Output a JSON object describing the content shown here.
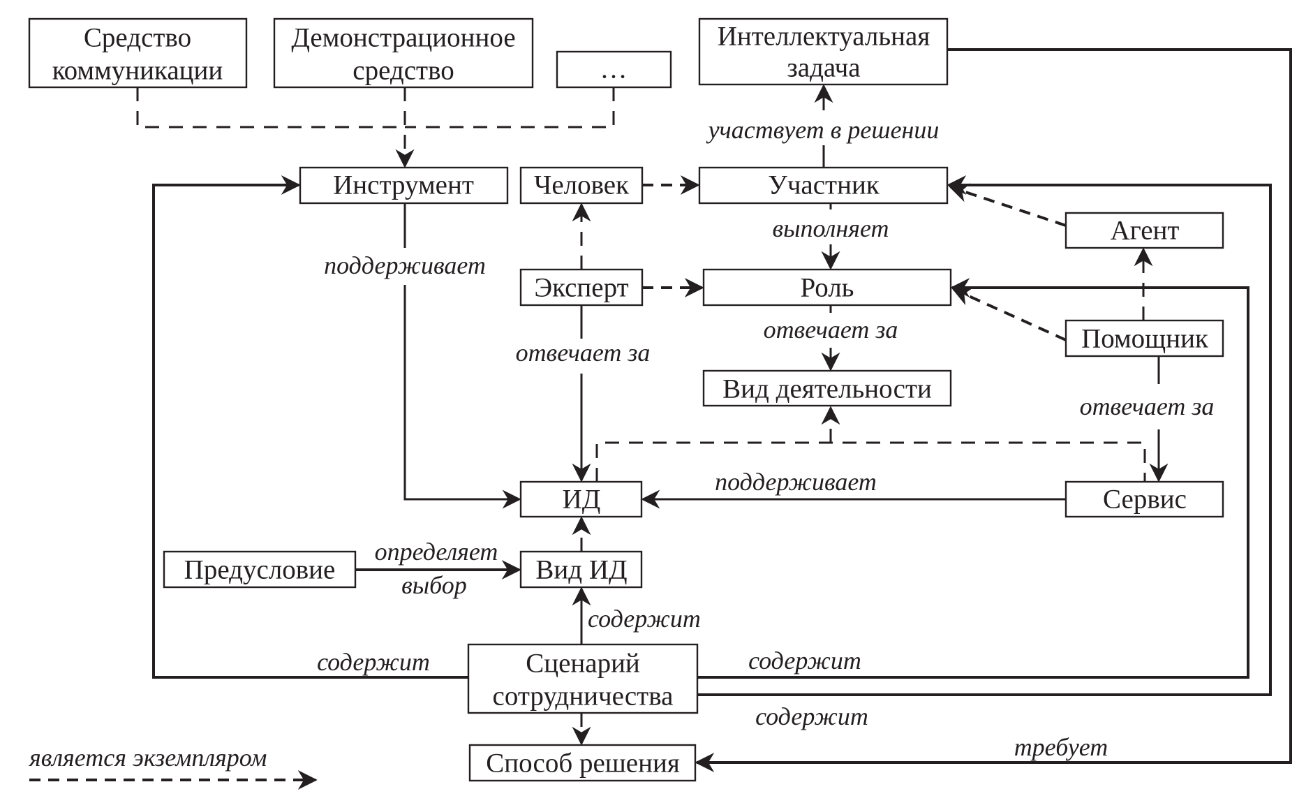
{
  "nodes": {
    "communication_means": [
      "Средство",
      "коммуникации"
    ],
    "demo_means": [
      "Демонстрационное",
      "средство"
    ],
    "ellipsis": "…",
    "intellectual_task": [
      "Интеллектуальная",
      "задача"
    ],
    "instrument": "Инструмент",
    "human": "Человек",
    "participant": "Участник",
    "agent": "Агент",
    "expert": "Эксперт",
    "role": "Роль",
    "assistant": "Помощник",
    "activity_type": "Вид деятельности",
    "id": "ИД",
    "service": "Сервис",
    "precondition": "Предусловие",
    "id_type": "Вид ИД",
    "scenario": [
      "Сценарий",
      "сотрудничества"
    ],
    "solution_method": "Способ решения"
  },
  "edges": {
    "participates_in_solving": "участвует в решении",
    "performs": "выполняет",
    "supports_instrument": "поддерживает",
    "responsible_expert": "отвечает за",
    "responsible_role": "отвечает за",
    "responsible_assistant": "отвечает за",
    "supports_service": "поддерживает",
    "determines_choice": [
      "определяет",
      "выбор"
    ],
    "contains_id_type": "содержит",
    "contains_instrument": "содержит",
    "contains_role": "содержит",
    "contains_participant": "содержит",
    "requires": "требует"
  },
  "legend": {
    "label": "является экземпляром",
    "line_style": "dashed-arrow"
  }
}
